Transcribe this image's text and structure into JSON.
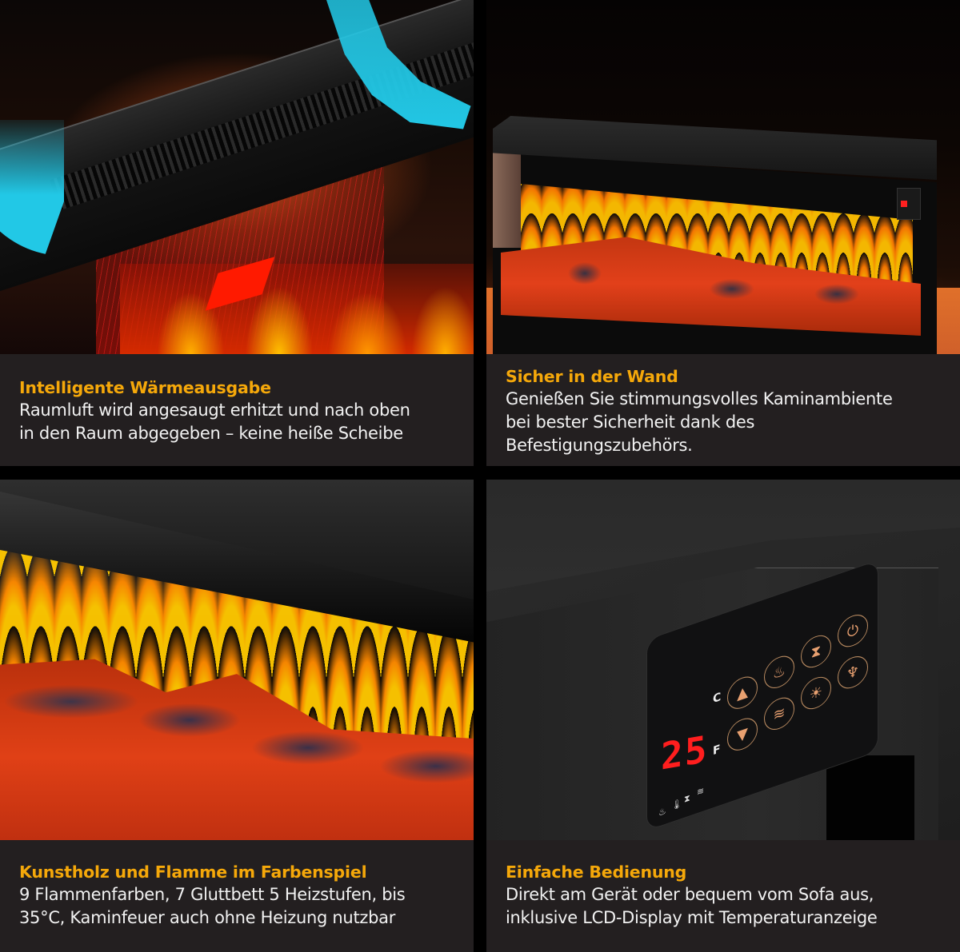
{
  "theme": {
    "title_color": "#f5a80a",
    "body_text_color": "#f2f2f2",
    "caption_bg": "#231f20",
    "gutter_color": "#000000"
  },
  "panels": [
    {
      "id": "heat-output",
      "title": "Intelligente Wärmeausgabe",
      "body_lines": [
        "Raumluft wird angesaugt erhitzt und nach oben",
        "in den Raum abgegeben – keine heiße Scheibe"
      ],
      "image": "Illustration: cold air (blue arrows) drawn into vents, warm air (red arrow) released above the flames"
    },
    {
      "id": "wall-mount",
      "title": "Sicher in der Wand",
      "body_lines": [
        "Genießen Sie stimmungsvolles Kaminambiente",
        "bei bester Sicherheit dank des",
        "Befestigungszubehörs."
      ],
      "image": "Electric fireplace insert with flames and log bed, control panel on right side"
    },
    {
      "id": "flame-colors",
      "title": "Kunstholz und Flamme im Farbenspiel",
      "body_lines": [
        "9 Flammenfarben, 7 Gluttbett 5 Heizstufen, bis",
        "35°C, Kaminfeuer auch ohne Heizung nutzbar"
      ],
      "image": "Close-up of artificial logs, glowing ember bed and yellow-orange flames"
    },
    {
      "id": "easy-control",
      "title": "Einfache Bedienung",
      "body_lines": [
        "Direkt am Gerät oder bequem vom Sofa aus,",
        "inklusive LCD-Display mit Temperaturanzeige"
      ],
      "image": "Close-up of touch control panel with LED temperature display"
    }
  ],
  "control_panel": {
    "display_value": "25",
    "unit_celsius": "C",
    "unit_fahrenheit": "F",
    "buttons": [
      {
        "name": "temp-up",
        "glyph": "▲"
      },
      {
        "name": "temp-down",
        "glyph": "▼"
      },
      {
        "name": "heat",
        "glyph": "♨"
      },
      {
        "name": "wifi",
        "glyph": "≋"
      },
      {
        "name": "timer",
        "glyph": "⧗"
      },
      {
        "name": "brightness",
        "glyph": "☀"
      },
      {
        "name": "power",
        "glyph": "⏻"
      },
      {
        "name": "flame",
        "glyph": "♆"
      }
    ],
    "indicators": [
      "heat",
      "thermostat",
      "timer",
      "wifi"
    ]
  }
}
